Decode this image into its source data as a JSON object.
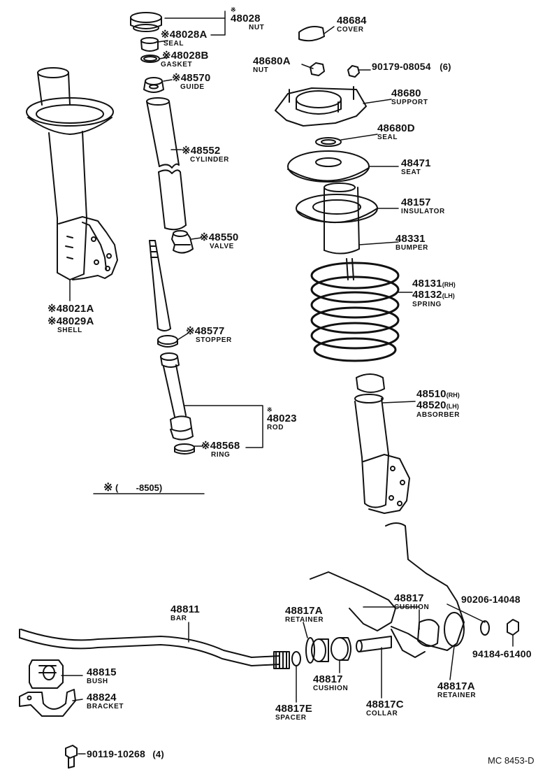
{
  "labels": {
    "nut_48028": {
      "star": "※",
      "num": "48028",
      "name": "NUT"
    },
    "seal_48028A": {
      "num": "※48028A",
      "name": "SEAL"
    },
    "gasket_48028B": {
      "num": "※48028B",
      "name": "GASKET"
    },
    "guide_48570": {
      "num": "※48570",
      "name": "GUIDE"
    },
    "cylinder_48552": {
      "num": "※48552",
      "name": "CYLINDER"
    },
    "valve_48550": {
      "num": "※48550",
      "name": "VALVE"
    },
    "shell": {
      "num1": "※48021A",
      "num2": "※48029A",
      "name": "SHELL"
    },
    "stopper_48577": {
      "num": "※48577",
      "name": "STOPPER"
    },
    "rod_48023": {
      "star": "※",
      "num": "48023",
      "name": "ROD"
    },
    "ring_48568": {
      "num": "※48568",
      "name": "RING"
    },
    "cover_48684": {
      "num": "48684",
      "name": "COVER"
    },
    "nut_48680A": {
      "num": "48680A",
      "name": "NUT"
    },
    "nut_90179": {
      "num": "90179-08054",
      "qty": "(6)"
    },
    "support_48680": {
      "num": "48680",
      "name": "SUPPORT"
    },
    "seal_48680D": {
      "num": "48680D",
      "name": "SEAL"
    },
    "seat_48471": {
      "num": "48471",
      "name": "SEAT"
    },
    "insulator_48157": {
      "num": "48157",
      "name": "INSULATOR"
    },
    "bumper_48331": {
      "num": "48331",
      "name": "BUMPER"
    },
    "spring": {
      "num1": "48131",
      "side1": "(RH)",
      "num2": "48132",
      "side2": "(LH)",
      "name": "SPRING"
    },
    "absorber": {
      "num1": "48510",
      "side1": "(RH)",
      "num2": "48520",
      "side2": "(LH)",
      "name": "ABSORBER"
    },
    "bar_48811": {
      "num": "48811",
      "name": "BAR"
    },
    "retainer_48817A_left": {
      "num": "48817A",
      "name": "RETAINER"
    },
    "cushion_48817_top": {
      "num": "48817",
      "name": "CUSHION"
    },
    "washer_90206": {
      "num": "90206-14048"
    },
    "nut_94184": {
      "num": "94184-61400"
    },
    "bush_48815": {
      "num": "48815",
      "name": "BUSH"
    },
    "cushion_48817_bottom": {
      "num": "48817",
      "name": "CUSHION"
    },
    "bracket_48824": {
      "num": "48824",
      "name": "BRACKET"
    },
    "spacer_48817E": {
      "num": "48817E",
      "name": "SPACER"
    },
    "collar_48817C": {
      "num": "48817C",
      "name": "COLLAR"
    },
    "retainer_48817A_right": {
      "num": "48817A",
      "name": "RETAINER"
    },
    "bolt_90119": {
      "num": "90119-10268",
      "qty": "(4)"
    }
  },
  "footnote": {
    "star": "※",
    "range": "(       -8505)"
  },
  "drawing_code": "MC 8453-D"
}
